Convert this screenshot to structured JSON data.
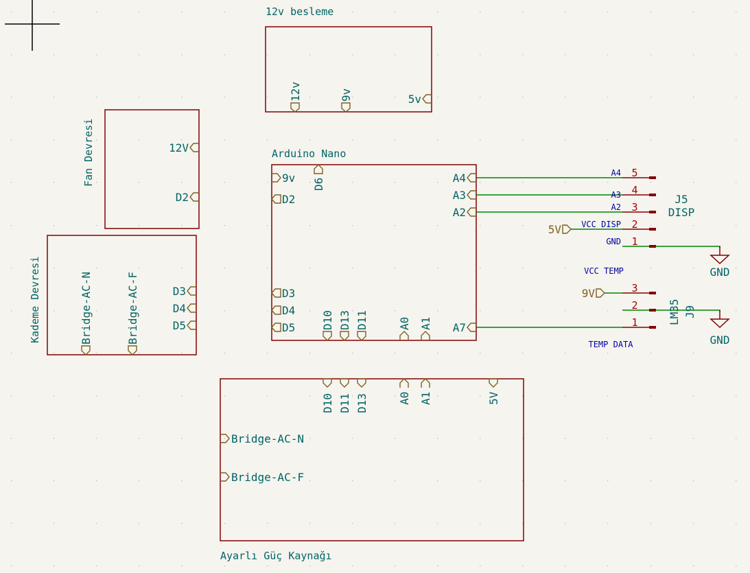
{
  "schematic": {
    "sheets": {
      "besleme": {
        "title": "12v besleme",
        "pins": [
          "12v",
          "9v",
          "5v"
        ]
      },
      "fan": {
        "title": "Fan Devresi",
        "pins": [
          "12V",
          "D2"
        ]
      },
      "kademe": {
        "title": "Kademe Devresi",
        "pins": [
          "Bridge-AC-N",
          "Bridge-AC-F",
          "D3",
          "D4",
          "D5"
        ]
      },
      "arduino": {
        "title": "Arduino Nano",
        "pins_left": [
          "9v",
          "D2",
          "D3",
          "D4",
          "D5"
        ],
        "pins_top": [
          "D6"
        ],
        "pins_bottom": [
          "D10",
          "D13",
          "D11",
          "A0",
          "A1"
        ],
        "pins_right": [
          "A4",
          "A3",
          "A2",
          "A7"
        ]
      },
      "guc": {
        "title": "Ayarlı Güç Kaynağı",
        "pins_top": [
          "D10",
          "D11",
          "D13",
          "A0",
          "A1",
          "5V"
        ],
        "pins_left": [
          "Bridge-AC-N",
          "Bridge-AC-F"
        ]
      }
    },
    "connectors": {
      "j5": {
        "reference": "J5",
        "value": "DISP",
        "pins": [
          {
            "number": "5",
            "net": "A4"
          },
          {
            "number": "4",
            "net": "A3"
          },
          {
            "number": "3",
            "net": "A2"
          },
          {
            "number": "2",
            "net": "VCC DISP"
          },
          {
            "number": "1",
            "net": "GND"
          }
        ],
        "global_label": "5V"
      },
      "j9": {
        "reference": "J9",
        "value": "LM35",
        "pins": [
          {
            "number": "3",
            "net": "VCC TEMP"
          },
          {
            "number": "2",
            "net": ""
          },
          {
            "number": "1",
            "net": "TEMP DATA"
          }
        ],
        "global_label": "9V"
      }
    },
    "power_symbols": [
      "GND",
      "GND"
    ]
  }
}
